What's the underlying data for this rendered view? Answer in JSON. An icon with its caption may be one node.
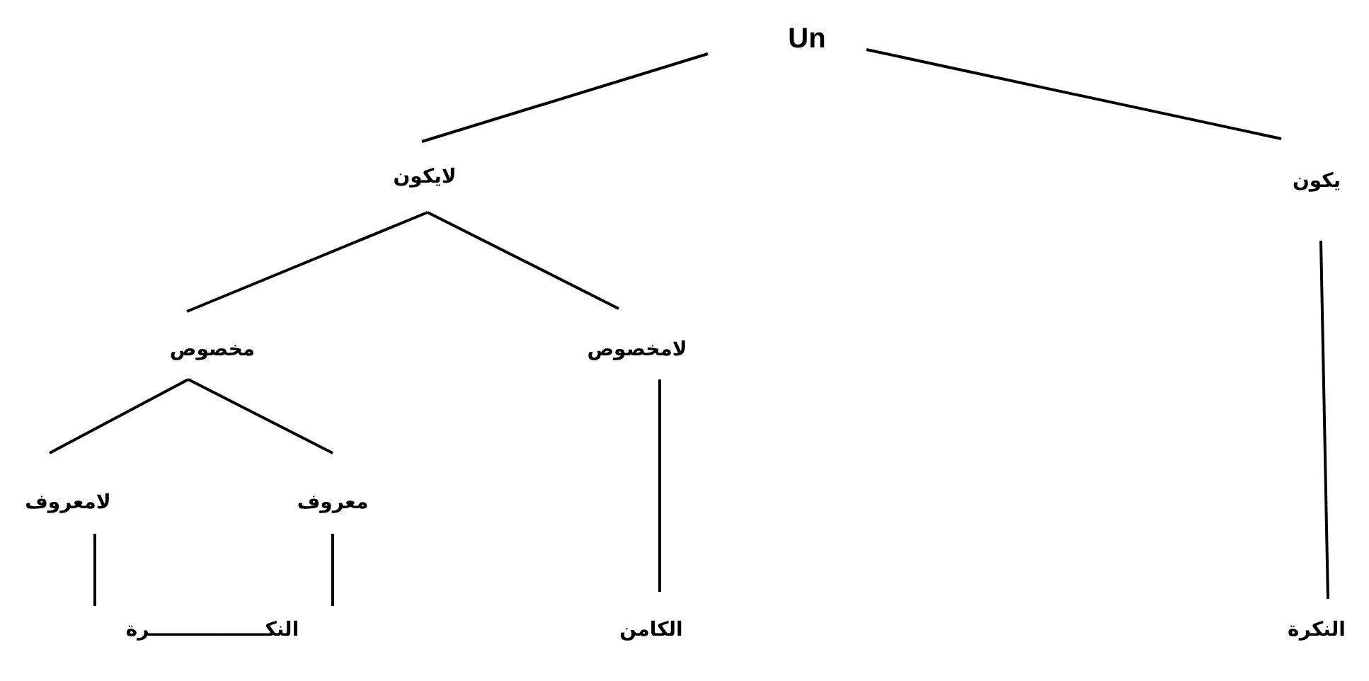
{
  "diagram": {
    "nodes": [
      {
        "text": [
          "Un"
        ]
      },
      {
        "text": [
          "لايكون"
        ]
      },
      {
        "text": [
          "يكون"
        ]
      },
      {
        "text": [
          "مخصوص"
        ]
      },
      {
        "text": [
          "لامخصوص"
        ]
      },
      {
        "text": [
          "لامعروف"
        ]
      },
      {
        "text": [
          "معروف"
        ]
      },
      {
        "text": [
          "النكـــــــــــــــــرة"
        ]
      },
      {
        "text": [
          "الكامن"
        ]
      },
      {
        "text": [
          "النكرة"
        ]
      }
    ],
    "edges": [
      {
        "from": 0,
        "to": 1,
        "arrow": "none"
      },
      {
        "from": 0,
        "to": 2,
        "arrow": "none"
      },
      {
        "from": 1,
        "to": 3,
        "arrow": "none"
      },
      {
        "from": 1,
        "to": 4,
        "arrow": "none"
      },
      {
        "from": 3,
        "to": 5,
        "arrow": "none"
      },
      {
        "from": 3,
        "to": 6,
        "arrow": "none"
      },
      {
        "from": 5,
        "to": 7,
        "arrow": "none"
      },
      {
        "from": 6,
        "to": 7,
        "arrow": "none"
      },
      {
        "from": 4,
        "to": 8,
        "arrow": "none"
      },
      {
        "from": 2,
        "to": 9,
        "arrow": "none"
      }
    ]
  }
}
